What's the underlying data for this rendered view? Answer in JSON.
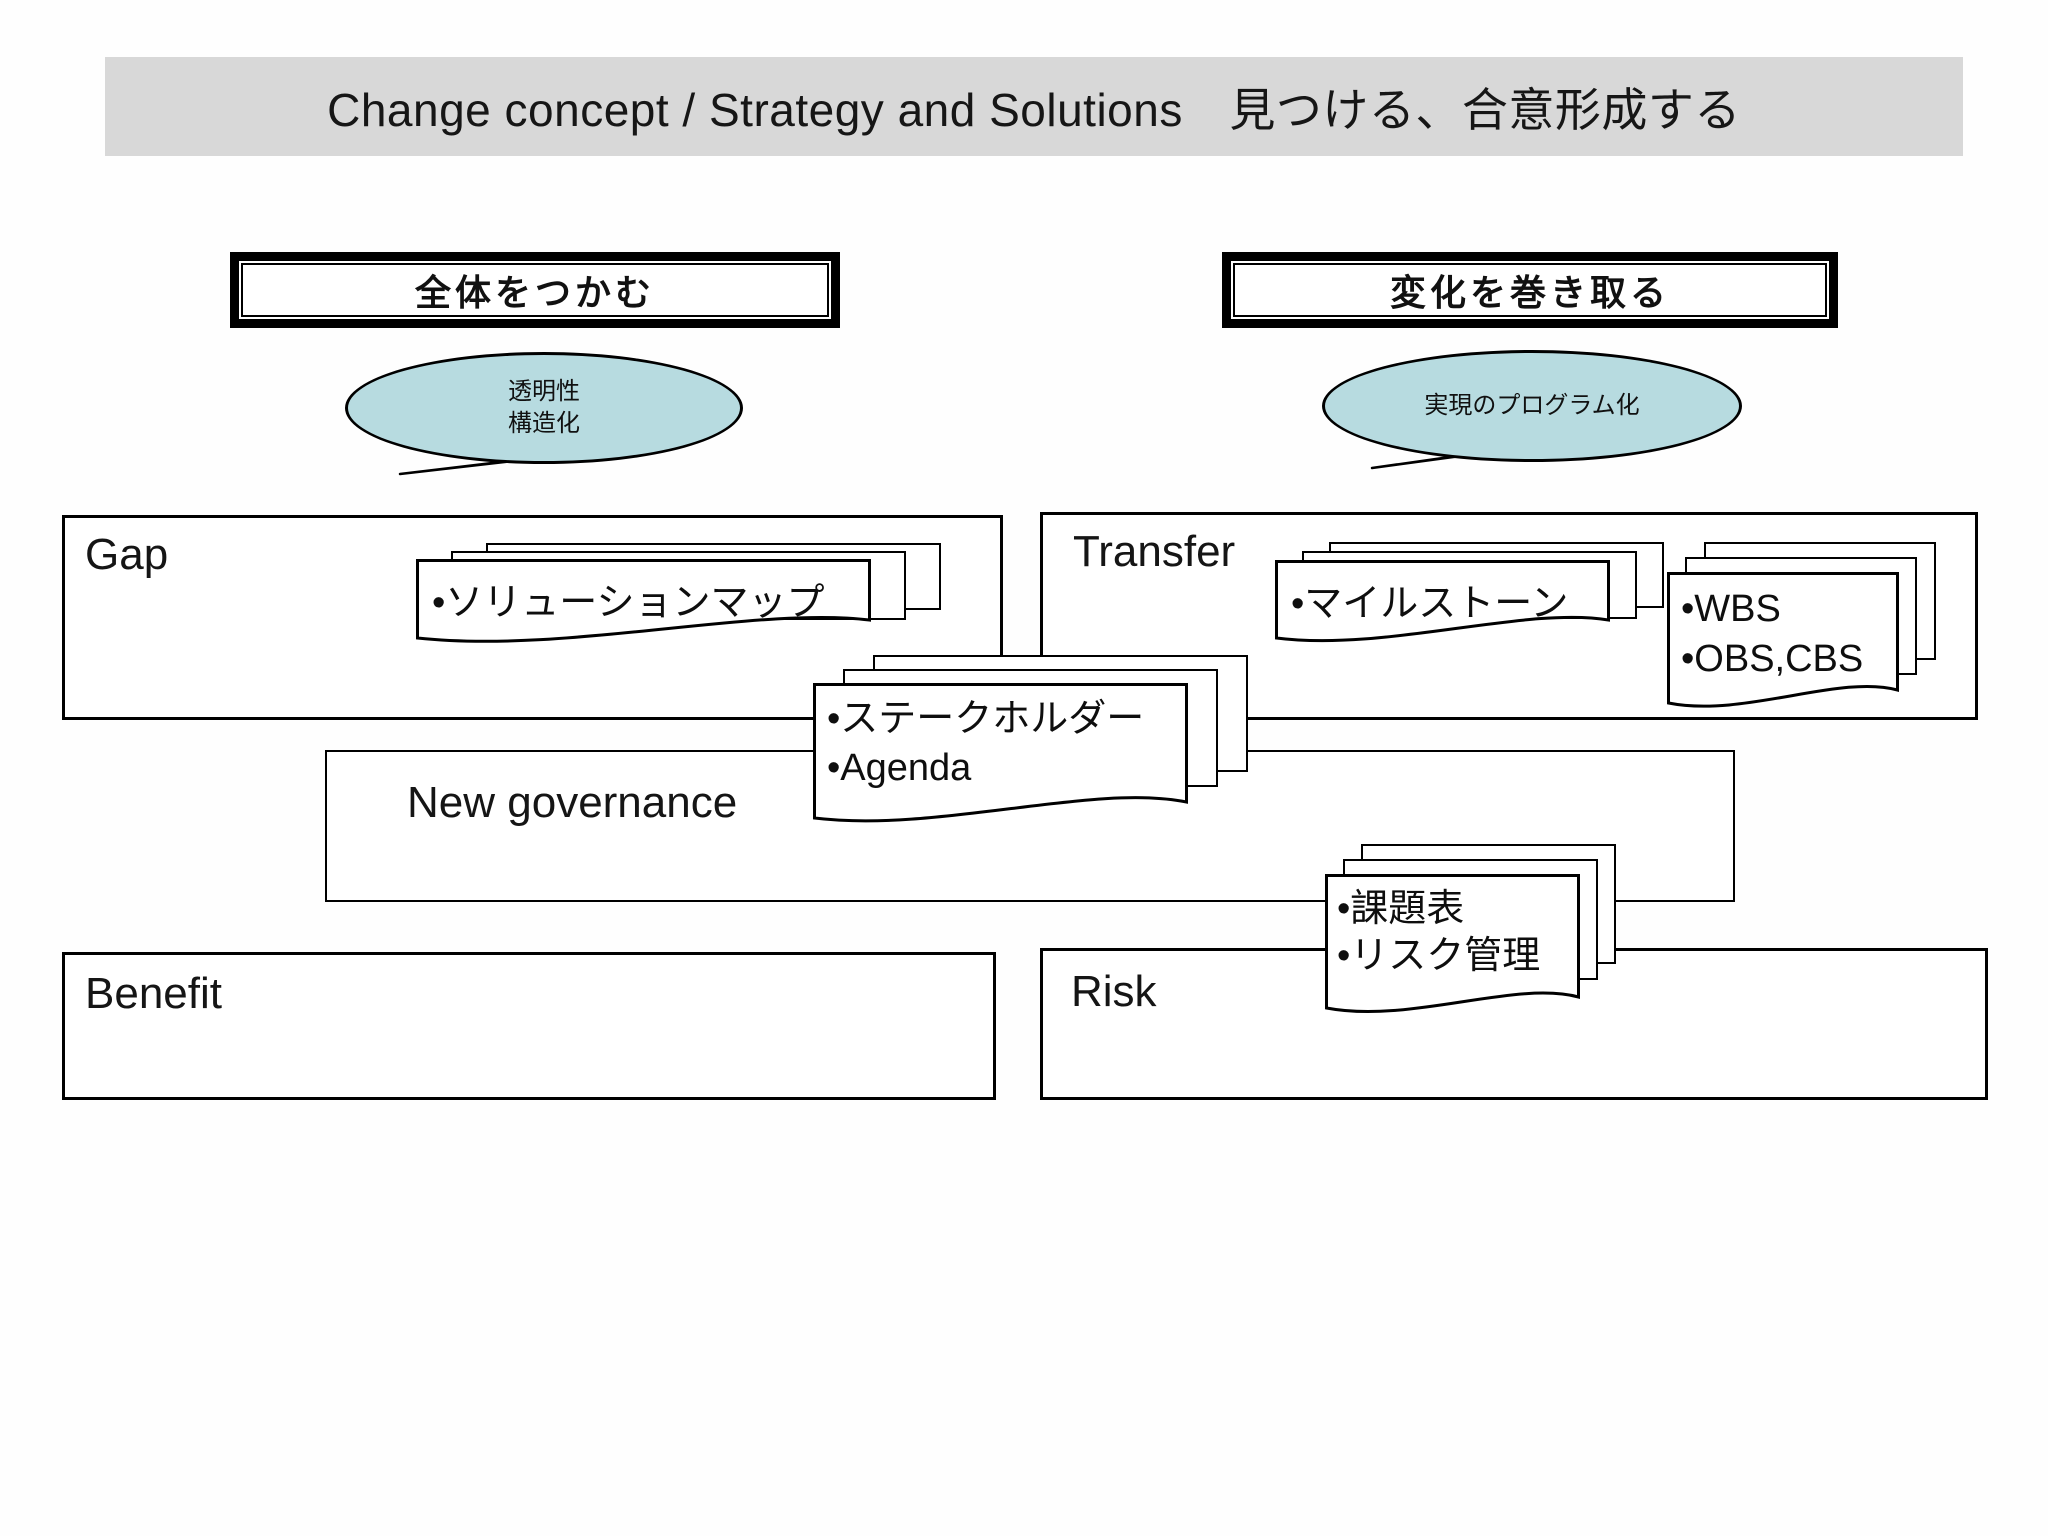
{
  "colors": {
    "title_bar_bg": "#d8d8d8",
    "bubble_fill": "#b7dbe0",
    "line": "#000000"
  },
  "title": {
    "text": "Change concept / Strategy and Solutions　見つける、合意形成する"
  },
  "phases": {
    "grasp_whole": "全体をつかむ",
    "roll_up_change": "変化を巻き取る"
  },
  "bubbles": {
    "left": {
      "line1": "透明性",
      "line2": "構造化"
    },
    "right": {
      "line1": "実現のプログラム化"
    }
  },
  "regions": {
    "gap": "Gap",
    "transfer": "Transfer",
    "new_governance": "New governance",
    "benefit": "Benefit",
    "risk": "Risk"
  },
  "documents": {
    "solution_map": {
      "line1": "•ソリューションマップ"
    },
    "milestone": {
      "line1": "•マイルストーン"
    },
    "wbs": {
      "line1": "•WBS",
      "line2": "•OBS,CBS"
    },
    "stakeholder": {
      "line1": "•ステークホルダー",
      "line2": "•Agenda"
    },
    "issues": {
      "line1": "•課題表",
      "line2": "•リスク管理"
    }
  }
}
